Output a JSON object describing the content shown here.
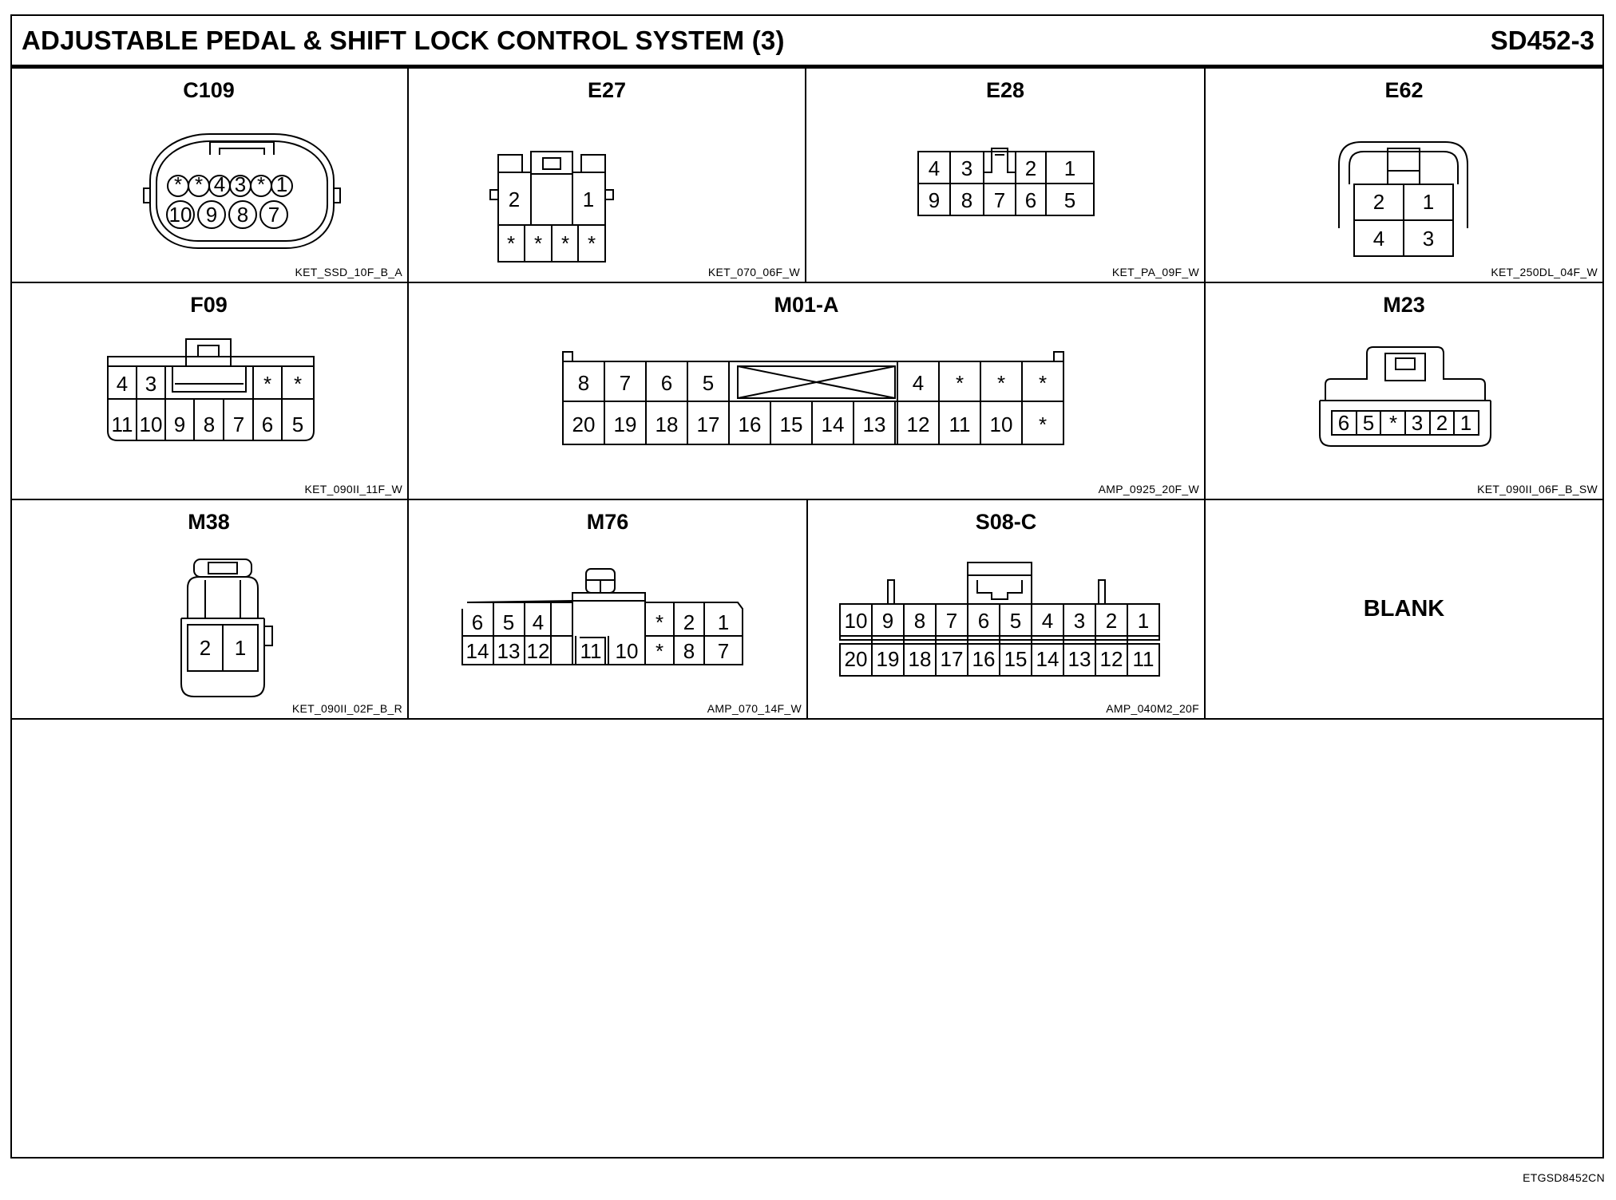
{
  "sheet": {
    "title": "ADJUSTABLE PEDAL & SHIFT LOCK CONTROL SYSTEM (3)",
    "id": "SD452-3",
    "footer_code": "ETGSD8452CN"
  },
  "connectors": {
    "C109": {
      "name": "C109",
      "code": "KET_SSD_10F_B_A",
      "top": [
        "*",
        "*",
        "4",
        "3",
        "*",
        "1"
      ],
      "bottom": [
        "10",
        "9",
        "8",
        "7"
      ]
    },
    "E27": {
      "name": "E27",
      "code": "KET_070_06F_W",
      "top": [
        "2",
        "1"
      ],
      "bottom": [
        "*",
        "*",
        "*",
        "*"
      ]
    },
    "E28": {
      "name": "E28",
      "code": "KET_PA_09F_W",
      "top": [
        "4",
        "3",
        "2",
        "1"
      ],
      "bottom": [
        "9",
        "8",
        "7",
        "6",
        "5"
      ]
    },
    "E62": {
      "name": "E62",
      "code": "KET_250DL_04F_W",
      "top": [
        "2",
        "1"
      ],
      "bottom": [
        "4",
        "3"
      ]
    },
    "F09": {
      "name": "F09",
      "code": "KET_090II_11F_W",
      "top": [
        "4",
        "3",
        "*",
        "*"
      ],
      "bottom": [
        "11",
        "10",
        "9",
        "8",
        "7",
        "6",
        "5"
      ]
    },
    "M01A": {
      "name": "M01-A",
      "code": "AMP_0925_20F_W",
      "top": [
        "8",
        "7",
        "6",
        "5",
        "4",
        "*",
        "*",
        "*"
      ],
      "bottom": [
        "20",
        "19",
        "18",
        "17",
        "16",
        "15",
        "14",
        "13",
        "12",
        "11",
        "10",
        "*"
      ]
    },
    "M23": {
      "name": "M23",
      "code": "KET_090II_06F_B_SW",
      "pins": [
        "6",
        "5",
        "*",
        "3",
        "2",
        "1"
      ]
    },
    "M38": {
      "name": "M38",
      "code": "KET_090II_02F_B_R",
      "pins": [
        "2",
        "1"
      ]
    },
    "M76": {
      "name": "M76",
      "code": "AMP_070_14F_W",
      "top": [
        "6",
        "5",
        "4",
        "*",
        "2",
        "1"
      ],
      "bottom": [
        "14",
        "13",
        "12",
        "11",
        "10",
        "*",
        "8",
        "7"
      ]
    },
    "S08C": {
      "name": "S08-C",
      "code": "AMP_040M2_20F",
      "top": [
        "10",
        "9",
        "8",
        "7",
        "6",
        "5",
        "4",
        "3",
        "2",
        "1"
      ],
      "bottom": [
        "20",
        "19",
        "18",
        "17",
        "16",
        "15",
        "14",
        "13",
        "12",
        "11"
      ]
    }
  },
  "blank_label": "BLANK"
}
